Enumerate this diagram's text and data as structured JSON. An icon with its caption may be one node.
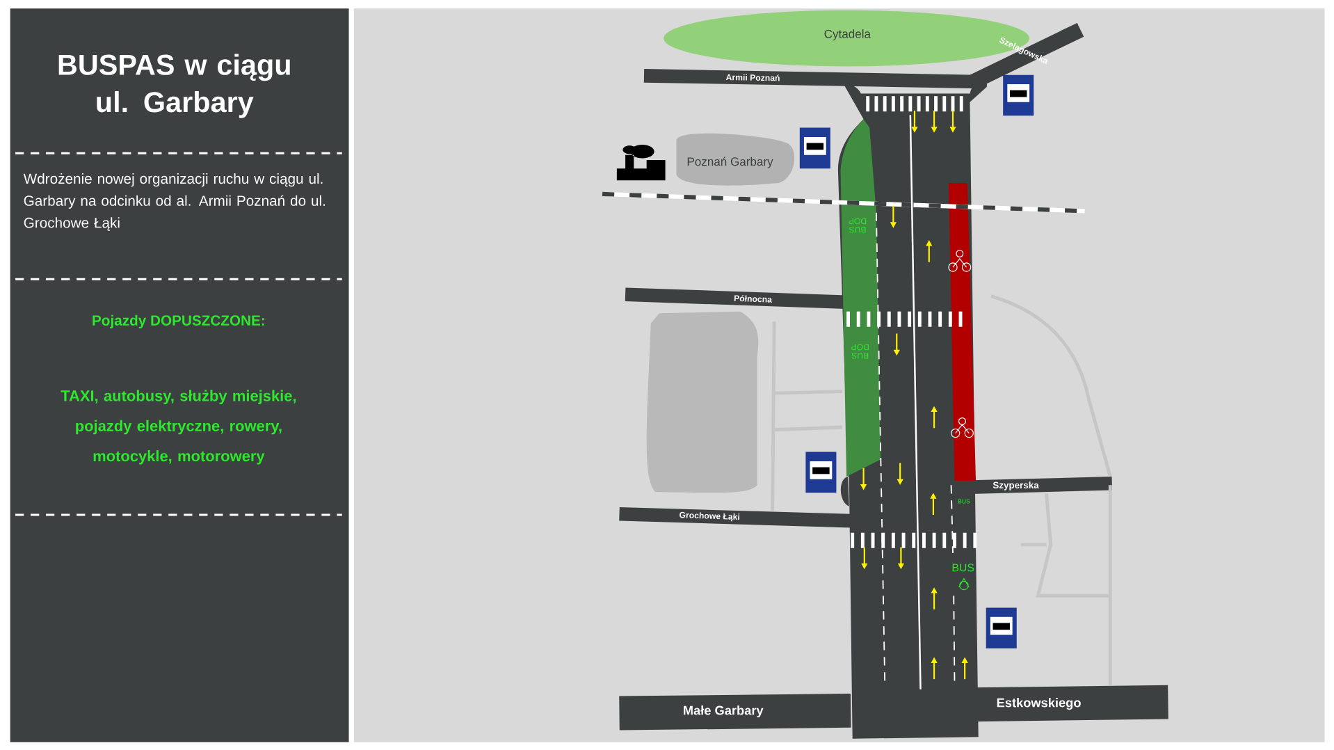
{
  "diagram": {
    "title": "BUSPAS w ciągu ul. Garbary",
    "labels": [
      "Wdrożenie nowej organizacji ruchu w ciągu ul. Garbary na odcinku od al. Armii Poznań do ul. Grochowe Łąki",
      "Pojazdy DOPUSZCZONE:",
      "TAXI, autobusy, służby miejskie, pojazdy elektryczne, rowery, motocykle, motorowery",
      "Cytadela",
      "Szelągowska",
      "Armii Poznań",
      "Poznań Garbary",
      "BUS DOP",
      "Północna",
      "BUS DOP",
      "Szyperska",
      "BUS",
      "Grochowe Łąki",
      "BUS",
      "Małe Garbary",
      "Estkowskiego"
    ]
  }
}
